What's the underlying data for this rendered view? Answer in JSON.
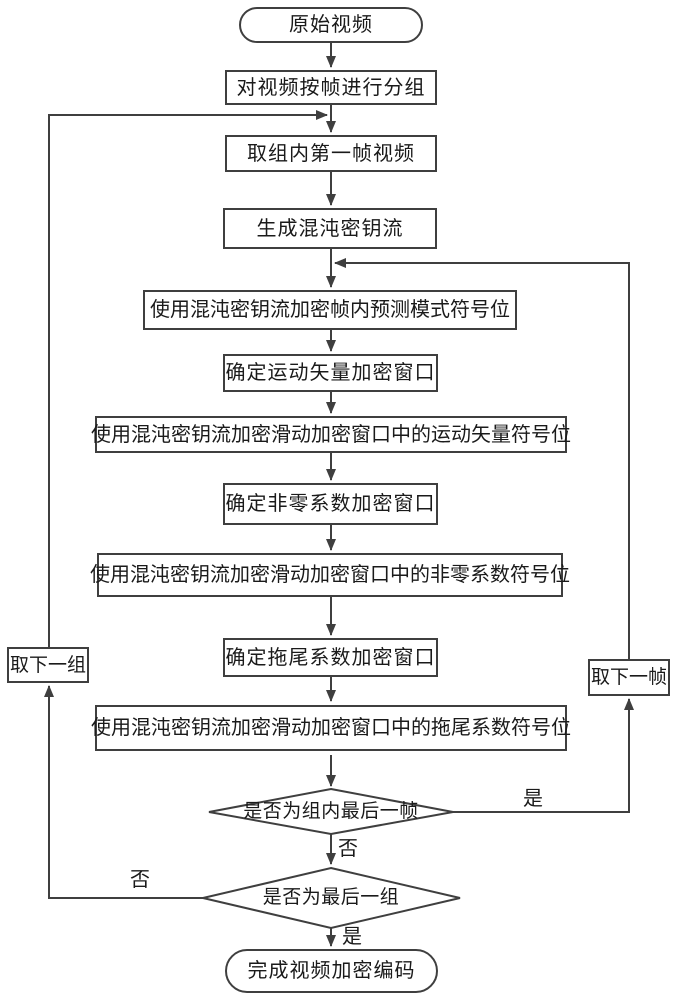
{
  "diagram": {
    "type": "flowchart",
    "nodes": {
      "start": "原始视频",
      "group_frames": "对视频按帧进行分组",
      "first_frame": "取组内第一帧视频",
      "keystream": "生成混沌密钥流",
      "intra_encrypt": "使用混沌密钥流加密帧内预测模式符号位",
      "mv_window": "确定运动矢量加密窗口",
      "mv_encrypt": "使用混沌密钥流加密滑动加密窗口中的运动矢量符号位",
      "nz_window": "确定非零系数加密窗口",
      "nz_encrypt": "使用混沌密钥流加密滑动加密窗口中的非零系数符号位",
      "trail_window": "确定拖尾系数加密窗口",
      "trail_encrypt": "使用混沌密钥流加密滑动加密窗口中的拖尾系数符号位",
      "last_frame_q": "是否为组内最后一帧",
      "last_group_q": "是否为最后一组",
      "end": "完成视频加密编码",
      "next_group": "取下一组",
      "next_frame": "取下一帧"
    },
    "edge_labels": {
      "yes_frame": "是",
      "no_frame": "否",
      "no_group": "否",
      "yes_group": "是"
    },
    "colors": {
      "line": "#3f3f3f",
      "text": "#1a1a1a",
      "background": "#ffffff"
    }
  }
}
